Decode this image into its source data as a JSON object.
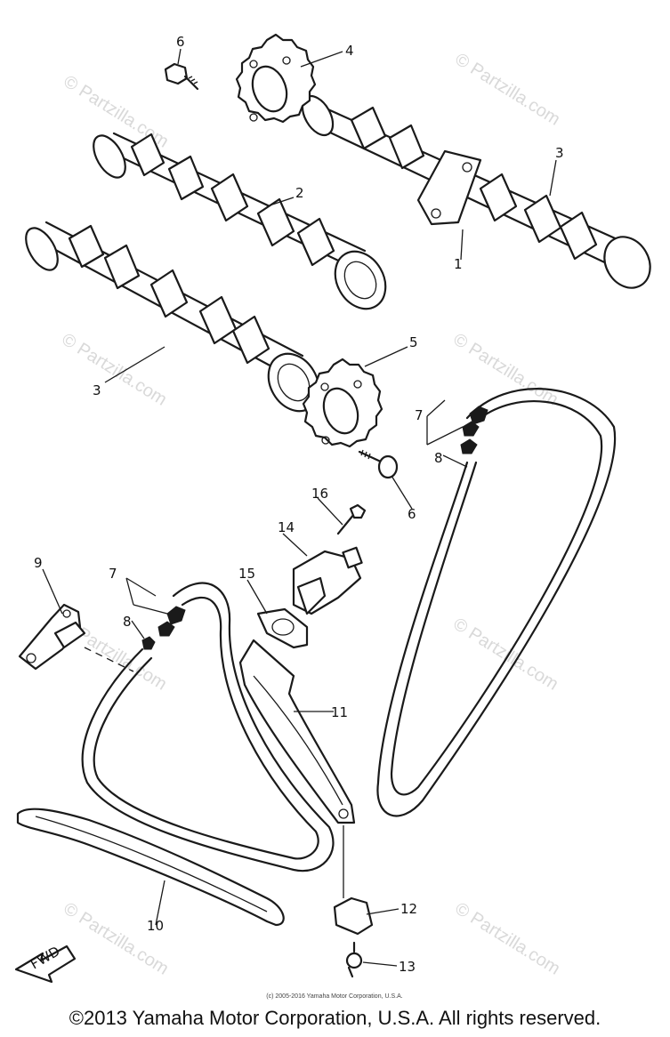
{
  "watermark": "© Partzilla.com",
  "small_copyright": "(c) 2005-2016 Yamaha Motor Corporation, U.S.A.",
  "footer_copyright": "©2013 Yamaha Motor Corporation, U.S.A. All rights reserved.",
  "direction_label": "FWD",
  "callouts": {
    "c1": "1",
    "c2": "2",
    "c3a": "3",
    "c3b": "3",
    "c4": "4",
    "c5": "5",
    "c6a": "6",
    "c6b": "6",
    "c7a": "7",
    "c7b": "7",
    "c8a": "8",
    "c8b": "8",
    "c9": "9",
    "c10": "10",
    "c11": "11",
    "c12": "12",
    "c13": "13",
    "c14": "14",
    "c15": "15",
    "c16": "16"
  }
}
